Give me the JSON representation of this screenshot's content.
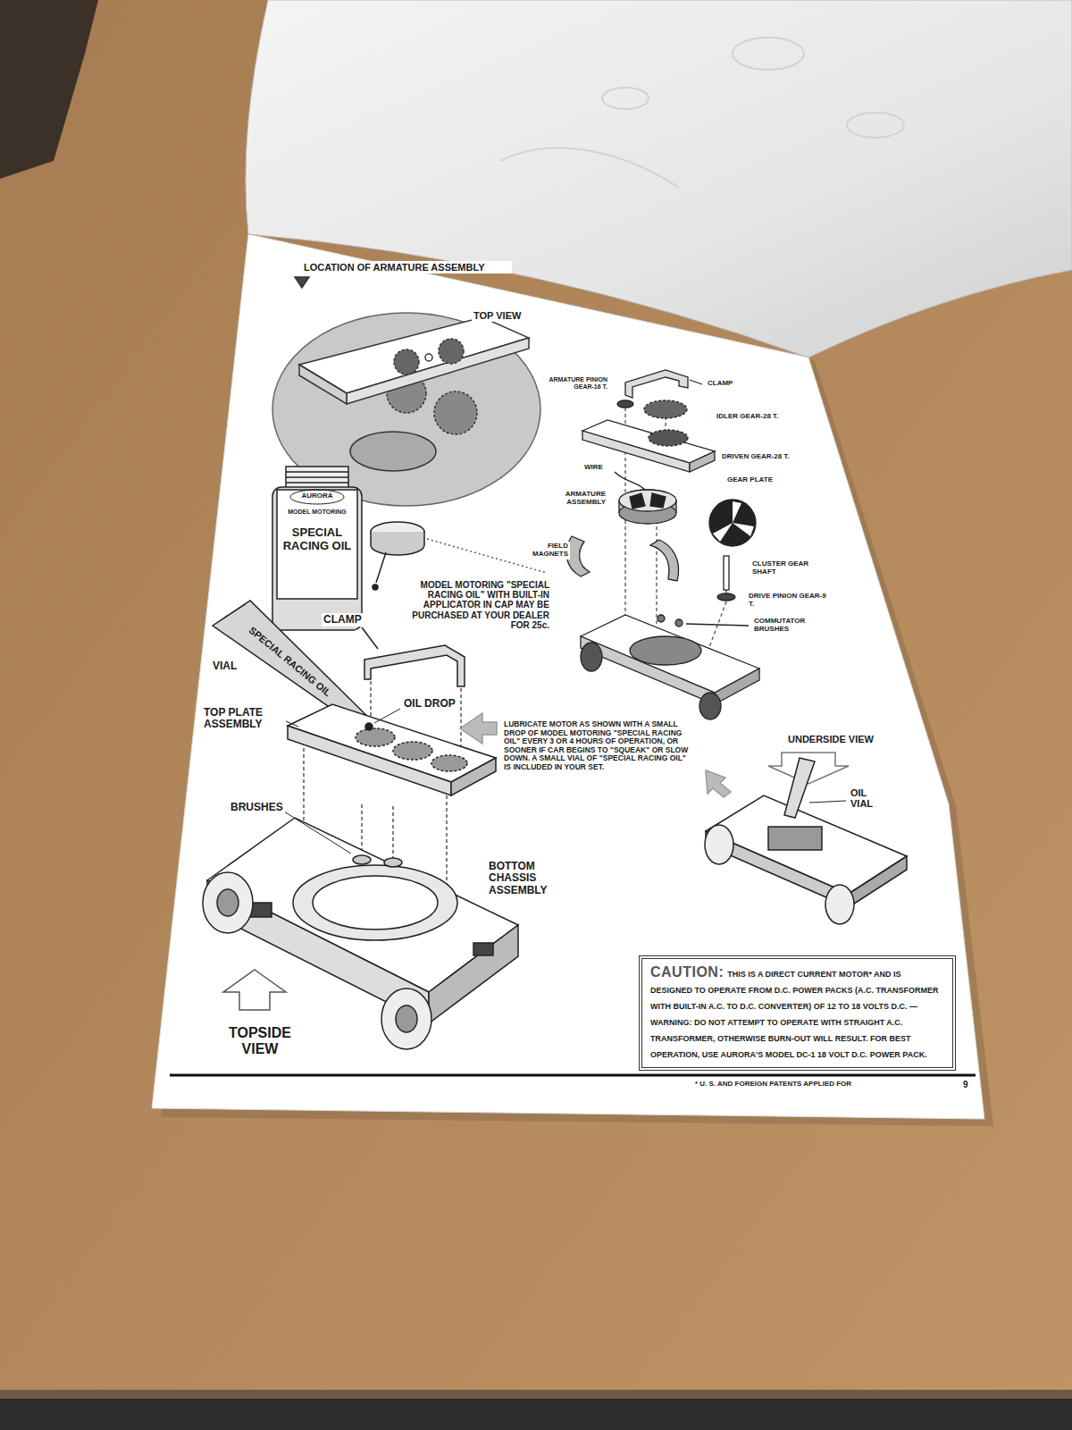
{
  "diagram": {
    "nodes": [
      {
        "text": [
          "CAUTION:",
          "THIS IS A DIRECT CURRENT MOTOR* AND IS DESIGNED TO OPERATE FROM D.C. POWER PACKS (A.C. TRANSFORMER WITH BUILT-IN A.C. TO D.C. CONVERTER) OF 12 TO 18 VOLTS D.C. — WARNING: DO NOT ATTEMPT TO OPERATE WITH STRAIGHT A.C. TRANSFORMER, OTHERWISE BURN-OUT WILL RESULT. FOR BEST OPERATION, USE AURORA'S MODEL DC-1 18 VOLT D.C. POWER PACK."
        ]
      }
    ],
    "labels": [
      "LOCATION OF ARMATURE ASSEMBLY",
      "TOP VIEW",
      "CLAMP",
      "ARMATURE PINION GEAR-16 T.",
      "IDLER GEAR-28 T.",
      "DRIVEN GEAR-28 T.",
      "WIRE",
      "GEAR PLATE",
      "ARMATURE ASSEMBLY",
      "FIELD MAGNETS",
      "CLUSTER GEAR SHAFT",
      "DRIVE PINION GEAR-9 T.",
      "COMMUTATOR BRUSHES",
      "AURORA",
      "MODEL MOTORING",
      "SPECIAL RACING OIL",
      "MODEL MOTORING \"SPECIAL RACING OIL\" WITH BUILT-IN APPLICATOR IN CAP MAY BE PURCHASED AT YOUR DEALER FOR 25c.",
      "CLAMP",
      "VIAL",
      "SPECIAL RACING OIL",
      "OIL DROP",
      "TOP PLATE ASSEMBLY",
      "BRUSHES",
      "BOTTOM CHASSIS ASSEMBLY",
      "TOPSIDE VIEW",
      "LUBRICATE MOTOR AS SHOWN WITH A SMALL DROP OF MODEL MOTORING \"SPECIAL RACING OIL\" EVERY 3 OR 4 HOURS OF OPERATION, OR SOONER IF CAR BEGINS TO \"SQUEAK\" OR SLOW DOWN. A SMALL VIAL OF \"SPECIAL RACING OIL\" IS INCLUDED IN YOUR SET.",
      "UNDERSIDE VIEW",
      "OIL VIAL",
      "* U. S. AND FOREIGN PATENTS APPLIED FOR",
      "9"
    ]
  }
}
